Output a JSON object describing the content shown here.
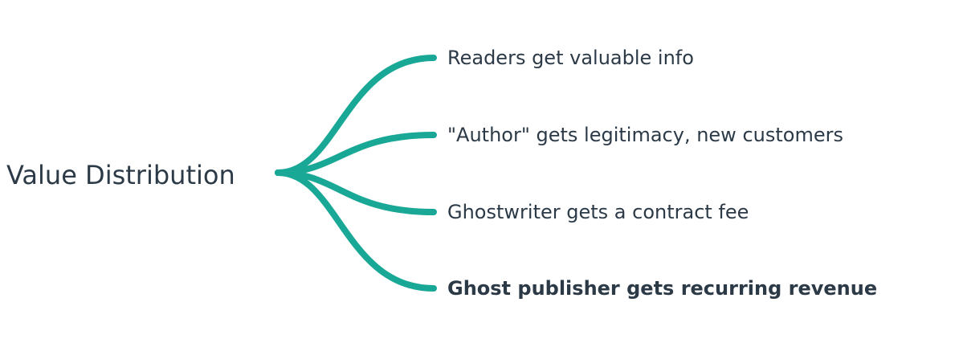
{
  "diagram": {
    "root": {
      "label": "Value Distribution"
    },
    "branches": [
      {
        "label": "Readers get valuable info",
        "emphasis": false
      },
      {
        "label": "\"Author\" gets legitimacy, new customers",
        "emphasis": false
      },
      {
        "label": "Ghostwriter gets a contract fee",
        "emphasis": false
      },
      {
        "label": "Ghost publisher gets recurring revenue",
        "emphasis": true
      }
    ],
    "colors": {
      "connector": "#1aa896",
      "text": "#2c3a47"
    }
  }
}
